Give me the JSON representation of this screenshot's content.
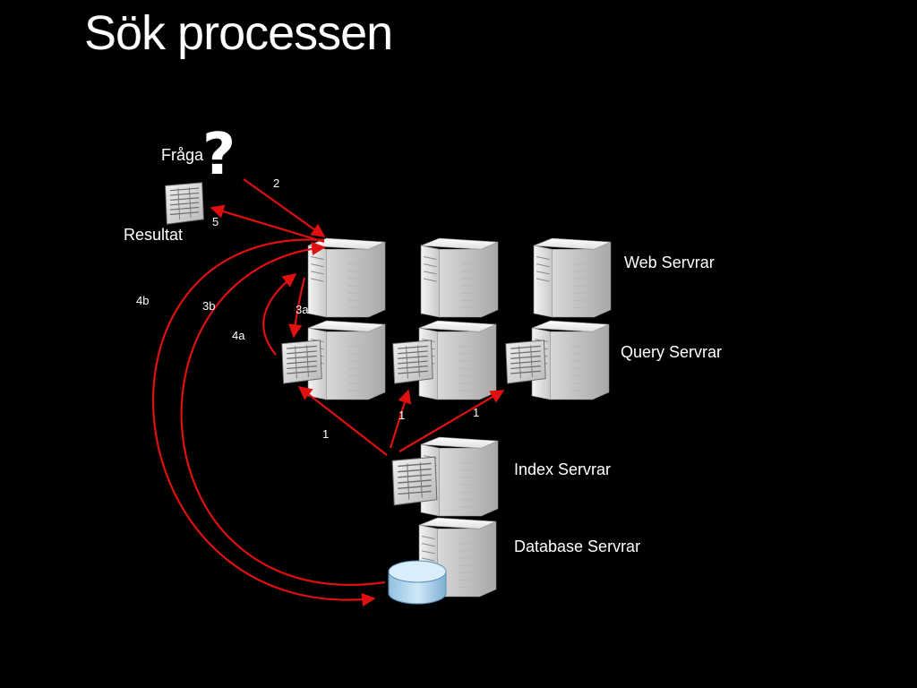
{
  "title": "Sök processen",
  "client": {
    "query_label": "Fråga",
    "result_label": "Resultat",
    "question_glyph": "?"
  },
  "tiers": {
    "web": "Web Servrar",
    "query": "Query Servrar",
    "index": "Index Servrar",
    "database": "Database Servrar"
  },
  "steps": {
    "s2": "2",
    "s5": "5",
    "s3a": "3a",
    "s3b": "3b",
    "s4a": "4a",
    "s4b": "4b",
    "s1_left": "1",
    "s1_mid": "1",
    "s1_right": "1"
  },
  "colors": {
    "arrow": "#e01010",
    "background": "#000000",
    "text": "#ffffff"
  }
}
